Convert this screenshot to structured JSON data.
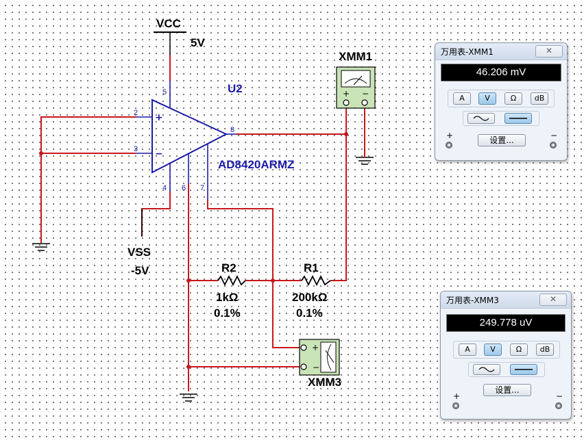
{
  "schematic": {
    "vcc": {
      "name": "VCC",
      "voltage": "5V"
    },
    "vss": {
      "name": "VSS",
      "voltage": "-5V"
    },
    "opamp": {
      "ref": "U2",
      "part": "AD8420ARMZ",
      "pins": {
        "in_plus": "2",
        "in_minus": "3",
        "out": "8",
        "vcc": "5",
        "vss": "4",
        "ref": "6",
        "fb": "7"
      },
      "plus_sign": "+",
      "minus_sign": "−"
    },
    "r2": {
      "ref": "R2",
      "value": "1kΩ",
      "tolerance": "0.1%"
    },
    "r1": {
      "ref": "R1",
      "value": "200kΩ",
      "tolerance": "0.1%"
    },
    "xmm1_label": "XMM1",
    "xmm3_label": "XMM3",
    "xmm_plus": "+",
    "xmm_minus": "−"
  },
  "meter1": {
    "title": "万用表-XMM1",
    "close": "✕",
    "reading": "46.206 mV",
    "buttons": [
      "A",
      "V",
      "Ω",
      "dB"
    ],
    "active_button": "V",
    "setup": "设置...",
    "plus": "+",
    "minus": "−"
  },
  "meter3": {
    "title": "万用表-XMM3",
    "close": "✕",
    "reading": "249.778 uV",
    "buttons": [
      "A",
      "V",
      "Ω",
      "dB"
    ],
    "active_button": "V",
    "setup": "设置...",
    "plus": "+",
    "minus": "−"
  },
  "colors": {
    "wire": "#c8161b",
    "component": "#1a1aa6",
    "meter_body": "#c9e4b7",
    "panel": "#eef3fa"
  }
}
